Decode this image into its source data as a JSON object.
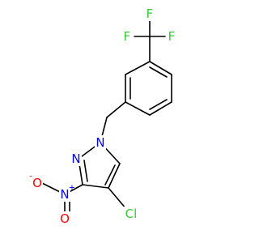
{
  "molecule": {
    "atoms": [
      {
        "id": "F1",
        "symbol": "F",
        "color": "#33cc33"
      },
      {
        "id": "F2",
        "symbol": "F",
        "color": "#33cc33"
      },
      {
        "id": "F3",
        "symbol": "F",
        "color": "#33cc33"
      },
      {
        "id": "N1",
        "symbol": "N",
        "color": "#0000ff"
      },
      {
        "id": "N2",
        "symbol": "N",
        "color": "#0000ff"
      },
      {
        "id": "N3",
        "symbol": "N",
        "charge": "+",
        "color": "#0000ff"
      },
      {
        "id": "O1",
        "symbol": "O",
        "charge": "-",
        "color": "#ff0000"
      },
      {
        "id": "O2",
        "symbol": "O",
        "color": "#ff0000"
      },
      {
        "id": "Cl1",
        "symbol": "Cl",
        "color": "#33cc33"
      }
    ]
  }
}
